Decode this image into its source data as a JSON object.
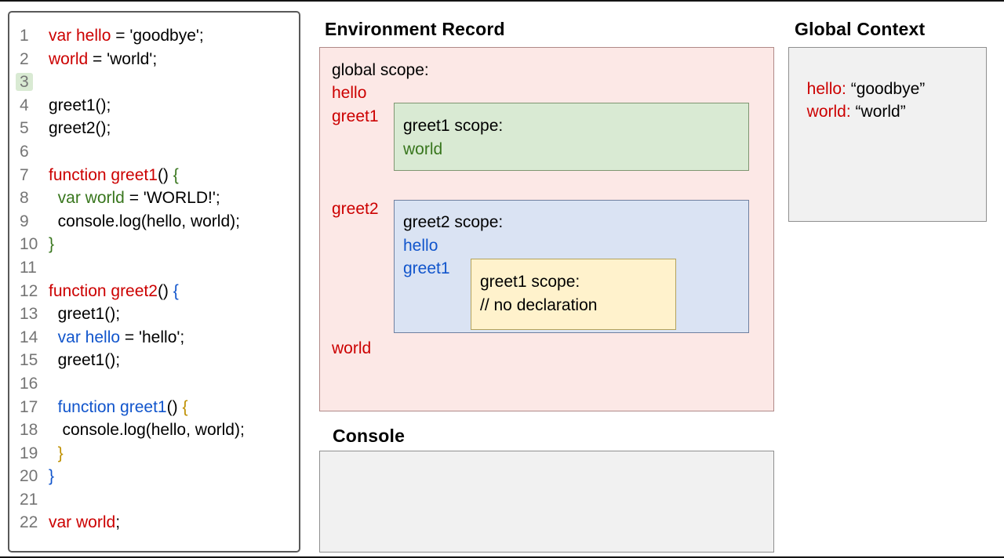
{
  "colors": {
    "red": "#cc0000",
    "green": "#38761d",
    "blue": "#1155cc",
    "gold": "#bf9000",
    "black": "#000000",
    "line_number_gray": "#757575",
    "code_border": "#595959",
    "pink_fill": "#fce8e6",
    "pink_border": "#b08a88",
    "green_fill": "#d9ead3",
    "green_border": "#7f9671",
    "blue_fill": "#dae3f3",
    "blue_border": "#6f80a0",
    "yellow_fill": "#fff2cc",
    "yellow_border": "#b3a25c",
    "gray_fill": "#f1f1f1",
    "gray_border": "#8f8f8f"
  },
  "code_panel": {
    "highlighted_line": "3",
    "lines": [
      {
        "num": "1",
        "segments": [
          {
            "text": "var hello",
            "color": "red"
          },
          {
            "text": " = 'goodbye';",
            "color": "black"
          }
        ]
      },
      {
        "num": "2",
        "segments": [
          {
            "text": "world",
            "color": "red"
          },
          {
            "text": " = 'world';",
            "color": "black"
          }
        ]
      },
      {
        "num": "3",
        "segments": []
      },
      {
        "num": "4",
        "segments": [
          {
            "text": "greet1();",
            "color": "black"
          }
        ]
      },
      {
        "num": "5",
        "segments": [
          {
            "text": "greet2();",
            "color": "black"
          }
        ]
      },
      {
        "num": "6",
        "segments": []
      },
      {
        "num": "7",
        "segments": [
          {
            "text": "function greet1",
            "color": "red"
          },
          {
            "text": "() ",
            "color": "black"
          },
          {
            "text": "{",
            "color": "green"
          }
        ]
      },
      {
        "num": "8",
        "segments": [
          {
            "text": "  ",
            "color": "black"
          },
          {
            "text": "var world",
            "color": "green"
          },
          {
            "text": " = 'WORLD!';",
            "color": "black"
          }
        ]
      },
      {
        "num": "9",
        "segments": [
          {
            "text": "  console.log(hello, world);",
            "color": "black"
          }
        ]
      },
      {
        "num": "10",
        "segments": [
          {
            "text": "}",
            "color": "green"
          }
        ]
      },
      {
        "num": "11",
        "segments": []
      },
      {
        "num": "12",
        "segments": [
          {
            "text": "function greet2",
            "color": "red"
          },
          {
            "text": "() ",
            "color": "black"
          },
          {
            "text": "{",
            "color": "blue"
          }
        ]
      },
      {
        "num": "13",
        "segments": [
          {
            "text": "  greet1();",
            "color": "black"
          }
        ]
      },
      {
        "num": "14",
        "segments": [
          {
            "text": "  ",
            "color": "black"
          },
          {
            "text": "var hello",
            "color": "blue"
          },
          {
            "text": " = 'hello';",
            "color": "black"
          }
        ]
      },
      {
        "num": "15",
        "segments": [
          {
            "text": "  greet1();",
            "color": "black"
          }
        ]
      },
      {
        "num": "16",
        "segments": []
      },
      {
        "num": "17",
        "segments": [
          {
            "text": "  ",
            "color": "black"
          },
          {
            "text": "function greet1",
            "color": "blue"
          },
          {
            "text": "() ",
            "color": "black"
          },
          {
            "text": "{",
            "color": "gold"
          }
        ]
      },
      {
        "num": "18",
        "segments": [
          {
            "text": "   console.log(hello, world);",
            "color": "black"
          }
        ]
      },
      {
        "num": "19",
        "segments": [
          {
            "text": "  }",
            "color": "gold"
          }
        ]
      },
      {
        "num": "20",
        "segments": [
          {
            "text": "}",
            "color": "blue"
          }
        ]
      },
      {
        "num": "21",
        "segments": []
      },
      {
        "num": "22",
        "segments": [
          {
            "text": "var world",
            "color": "red"
          },
          {
            "text": ";",
            "color": "black"
          }
        ]
      }
    ]
  },
  "environment_record": {
    "title": "Environment Record",
    "global_scope_label": "global scope:",
    "global_vars": {
      "hello": "hello",
      "greet1": "greet1",
      "greet2": "greet2",
      "world": "world"
    },
    "greet1_scope": {
      "title": "greet1 scope:",
      "var_world": "world"
    },
    "greet2_scope": {
      "title": "greet2 scope:",
      "var_hello": "hello",
      "var_greet1": "greet1",
      "inner_scope": {
        "title": "greet1 scope:",
        "comment": "// no declaration"
      }
    }
  },
  "global_context": {
    "title": "Global Context",
    "entries": [
      {
        "key": "hello:",
        "value": " “goodbye”"
      },
      {
        "key": "world:",
        "value": " “world”"
      }
    ]
  },
  "console_panel": {
    "title": "Console"
  }
}
